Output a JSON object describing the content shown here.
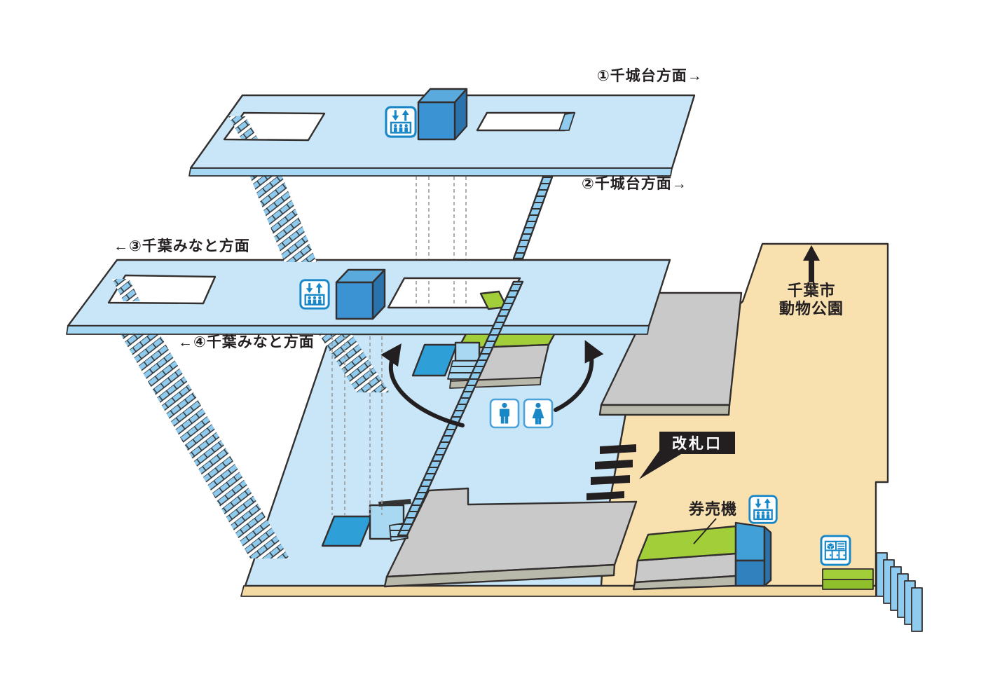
{
  "labels": {
    "platform1": "①千城台方面→",
    "platform2": "②千城台方面→",
    "platform3": "←③千葉みなと方面",
    "platform4": "←④千葉みなと方面"
  },
  "exit": {
    "destination_line1": "千葉市",
    "destination_line2": "動物公園",
    "arrow_icon": "up-arrow"
  },
  "facilities": {
    "ticket_gate": "改札口",
    "ticket_machine": "券売機",
    "elevator_icon": "elevator",
    "restroom_men_icon": "men-restroom",
    "restroom_women_icon": "women-restroom",
    "coin_locker_icon": "coin-locker"
  },
  "colors": {
    "platform_blue": "#c8e6f8",
    "platform_edge_blue": "#a6d8f3",
    "stair_blue": "#8ecbee",
    "light_box_blue": "#a9d9f2",
    "elevator_dark_blue": "#2f9fd8",
    "box_blue_front": "#3b93d3",
    "box_blue_top": "#5baade",
    "box_blue_side": "#2a72ab",
    "icon_blue": "#1787c8",
    "green": "#a2ce39",
    "green_dark": "#8fc02c",
    "gray_top": "#c9c9c9",
    "gray_front": "#b9b9ab",
    "tan": "#f8e0af",
    "tan_strip": "#f3d9a4",
    "outline": "#332f2e",
    "black": "#231f20"
  }
}
